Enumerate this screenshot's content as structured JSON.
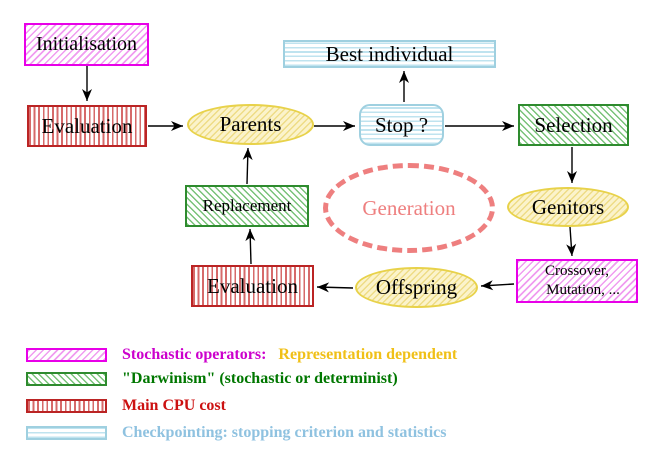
{
  "nodes": {
    "initialisation": {
      "label": "Initialisation"
    },
    "evaluation_top": {
      "label": "Evaluation"
    },
    "parents": {
      "label": "Parents"
    },
    "best_individual": {
      "label": "Best individual"
    },
    "stop": {
      "label": "Stop ?"
    },
    "selection": {
      "label": "Selection"
    },
    "genitors": {
      "label": "Genitors"
    },
    "crossover_mutation": {
      "line1": "Crossover,",
      "line2": "Mutation, ..."
    },
    "offspring": {
      "label": "Offspring"
    },
    "evaluation_bottom": {
      "label": "Evaluation"
    },
    "replacement": {
      "label": "Replacement"
    },
    "generation": {
      "label": "Generation"
    }
  },
  "legend": {
    "items": [
      {
        "swatch": "magenta-diagonal-hatch",
        "text": "Stochastic operators:",
        "text2": "Representation dependent"
      },
      {
        "swatch": "green-diagonal-hatch",
        "text": "\"Darwinism\" (stochastic or determinist)"
      },
      {
        "swatch": "red-vertical-stripes",
        "text": "Main CPU cost"
      },
      {
        "swatch": "cyan-horizontal-stripes",
        "text": "Checkpointing: stopping criterion and statistics"
      }
    ]
  },
  "colors": {
    "magenta_border": "#e800e8",
    "magenta_text": "#cc00cc",
    "gold_text": "#f0c018",
    "green_border": "#2e8b2e",
    "green_text": "#007700",
    "red_border": "#bb2424",
    "red_text": "#cc1111",
    "cyan_border": "#9fd0e0",
    "cyan_text": "#8fc2e0",
    "yellow_border": "#e8d24a",
    "salmon": "#ee7f7f",
    "arrow": "#000000"
  }
}
